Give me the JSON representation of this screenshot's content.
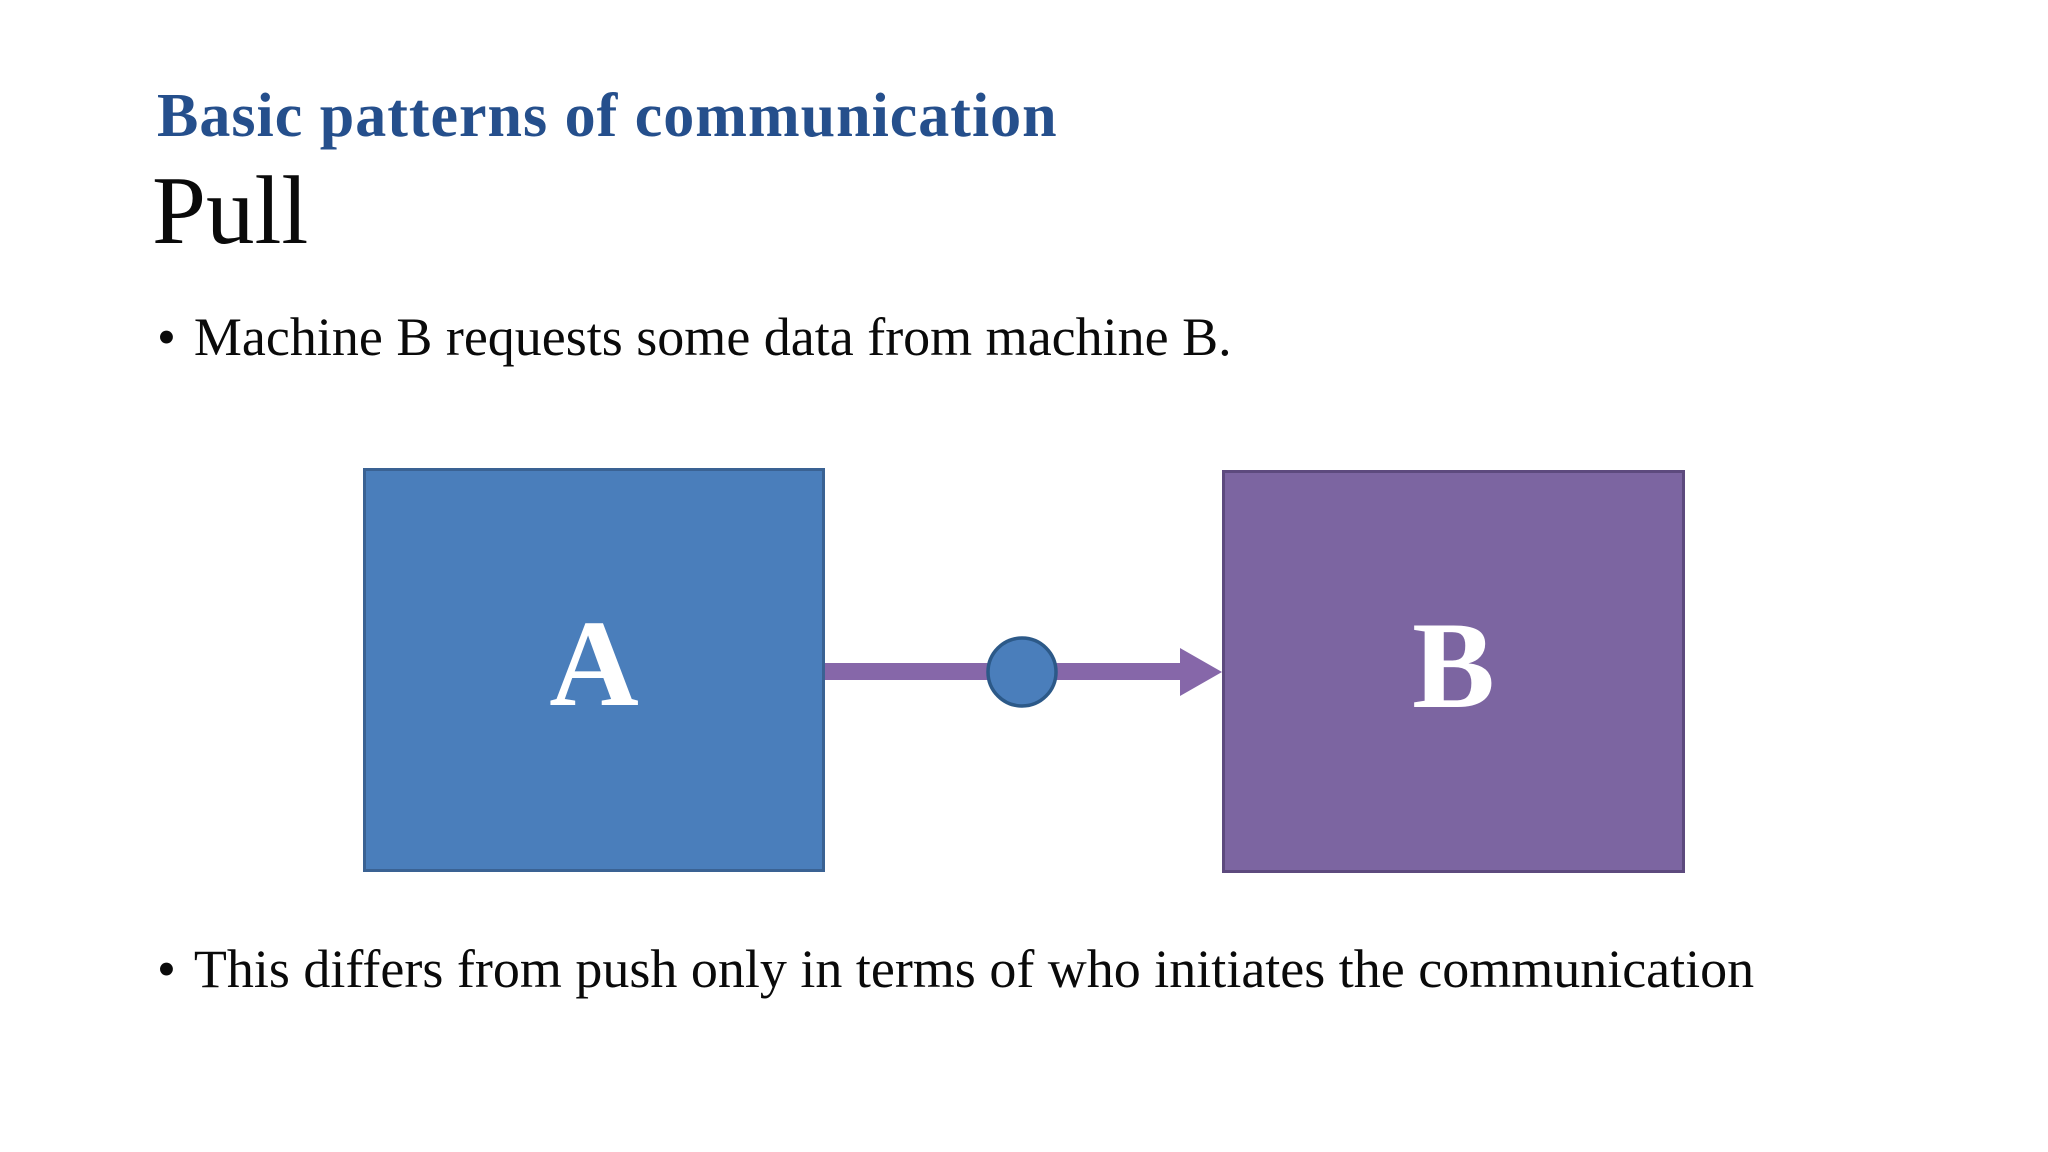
{
  "slide": {
    "title": "Basic patterns of communication",
    "title_color": "#254F8C",
    "subtitle": "Pull",
    "bullet_char": "•",
    "bullets": [
      "Machine B requests some data from machine B.",
      "This differs from push only in terms of who initiates the communication"
    ]
  },
  "diagram": {
    "node_a": {
      "label": "A",
      "fill": "#4A7EBB",
      "border": "#3A6293",
      "text_color": "#FFFFFF"
    },
    "node_b": {
      "label": "B",
      "fill": "#7C65A1",
      "border": "#5D4A7E",
      "text_color": "#FFFFFF"
    },
    "arrow": {
      "color": "#8667A9",
      "direction": "right"
    },
    "connector_dot": {
      "fill": "#4A7EBB",
      "border": "#2C5988"
    }
  }
}
